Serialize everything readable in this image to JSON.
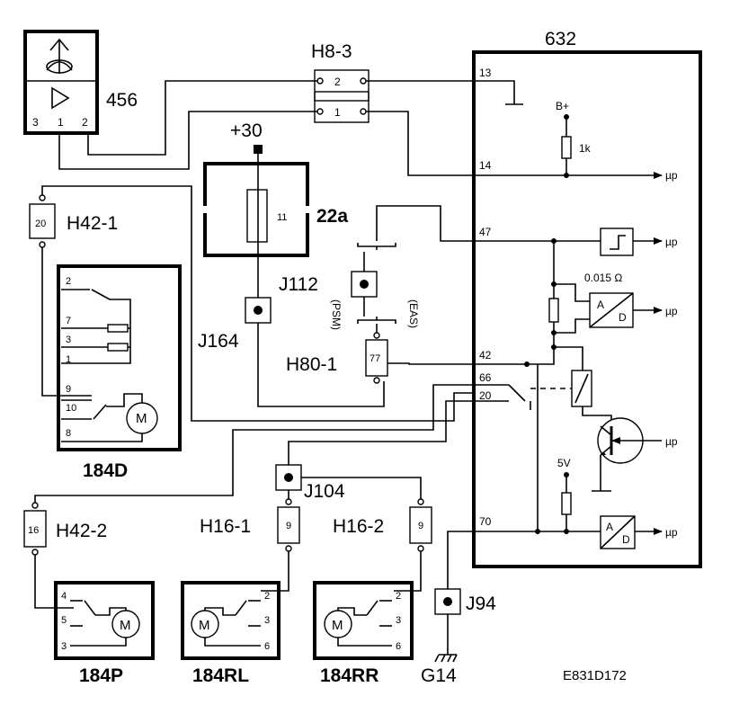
{
  "labels": {
    "ecu": "632",
    "sensor": "456",
    "connector_h8": "H8-3",
    "h8_pin2": "2",
    "h8_pin1": "1",
    "sensor_pin3": "3",
    "sensor_pin1": "1",
    "sensor_pin2": "2",
    "plus30": "+30",
    "fuse_box": "22a",
    "fuse_num": "11",
    "h42_1": "H42-1",
    "h42_1_pin": "20",
    "j112": "J112",
    "psm": "(PSM)",
    "eas": "(EAS)",
    "j164": "J164",
    "h80_1": "H80-1",
    "h80_1_pin": "77",
    "motor_184d": "184D",
    "d_pin2": "2",
    "d_pin7": "7",
    "d_pin3": "3",
    "d_pin1": "1",
    "d_pin9": "9",
    "d_pin10": "10",
    "d_pin8": "8",
    "j104": "J104",
    "h42_2": "H42-2",
    "h42_2_pin": "16",
    "h16_1": "H16-1",
    "h16_1_pin": "9",
    "h16_2": "H16-2",
    "h16_2_pin": "9",
    "j94": "J94",
    "g14": "G14",
    "motor_184p": "184P",
    "p_pin4": "4",
    "p_pin5": "5",
    "p_pin3": "3",
    "motor_184rl": "184RL",
    "rl_pin2": "2",
    "rl_pin3": "3",
    "rl_pin6": "6",
    "motor_184rr": "184RR",
    "rr_pin2": "2",
    "rr_pin3": "3",
    "rr_pin6": "6",
    "ecu_pin13": "13",
    "ecu_pin14": "14",
    "ecu_pin47": "47",
    "ecu_pin42": "42",
    "ecu_pin66": "66",
    "ecu_pin20": "20",
    "ecu_pin70": "70",
    "bplus": "B+",
    "r1k": "1k",
    "shunt": "0.015 Ω",
    "v5": "5V",
    "up1": "µp",
    "up2": "µp",
    "up3": "µp",
    "up4": "µp",
    "up5": "µp",
    "adc_a1": "A",
    "adc_d1": "D",
    "adc_a2": "A",
    "adc_d2": "D",
    "motor_m": "M",
    "ref": "E831D172"
  }
}
